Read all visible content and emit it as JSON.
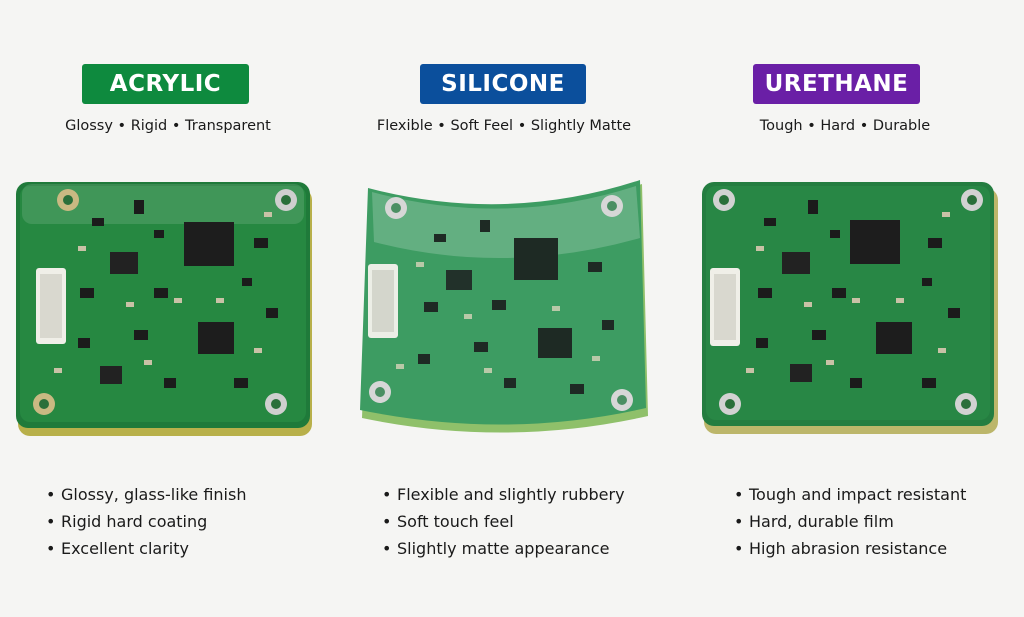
{
  "columns": [
    {
      "title": "ACRYLIC",
      "color": "#0e8a3e",
      "properties": "Glossy • Rigid • Transparent",
      "features": [
        "Glossy, glass-like finish",
        "Rigid hard coating",
        "Excellent clarity"
      ]
    },
    {
      "title": "SILICONE",
      "color": "#0b4f9c",
      "properties": "Flexible • Soft Feel • Slightly Matte",
      "features": [
        "Flexible and slightly rubbery",
        "Soft touch feel",
        "Slightly matte appearance"
      ]
    },
    {
      "title": "URETHANE",
      "color": "#6a1fa6",
      "properties": "Tough • Hard • Durable",
      "features": [
        "Tough and impact resistant",
        "Hard, durable film",
        "High abrasion resistance"
      ]
    }
  ],
  "bullet": "•",
  "icons": [
    "pcb-board-acrylic",
    "pcb-board-silicone",
    "pcb-board-urethane"
  ]
}
